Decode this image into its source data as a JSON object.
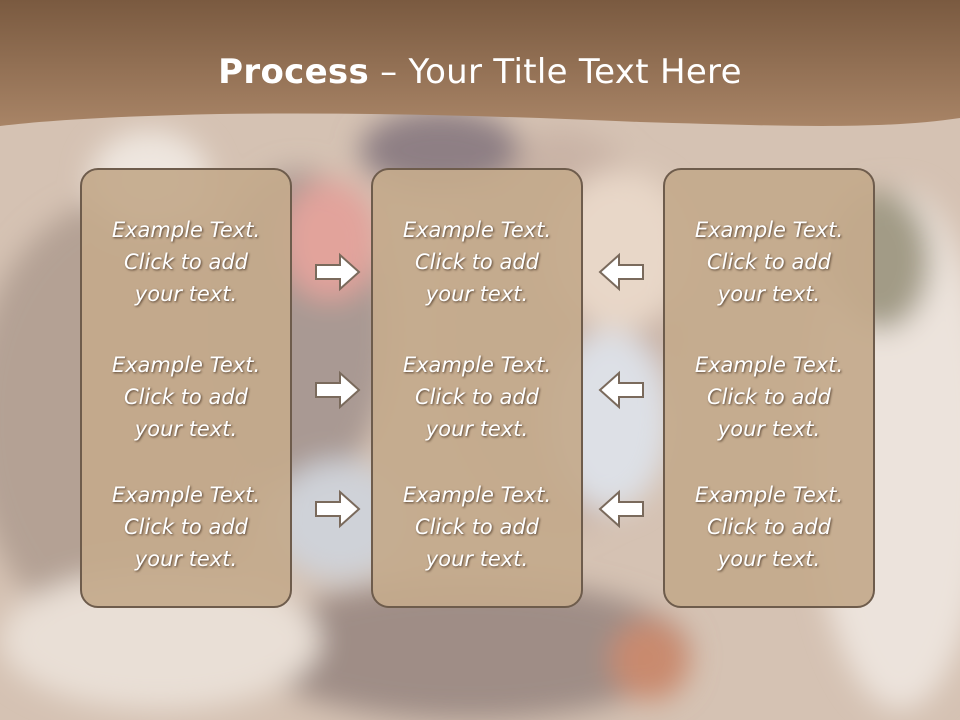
{
  "slide": {
    "title_bold": "Process",
    "title_rest": " – Your Title Text Here"
  },
  "panels": [
    {
      "items": [
        {
          "line1": "Example Text.",
          "line2": "Click  to add",
          "line3": "your text."
        },
        {
          "line1": "Example Text.",
          "line2": "Click  to add",
          "line3": "your text."
        },
        {
          "line1": "Example Text.",
          "line2": "Click  to add",
          "line3": "your text."
        }
      ]
    },
    {
      "items": [
        {
          "line1": "Example Text.",
          "line2": "Click  to add",
          "line3": "your text."
        },
        {
          "line1": "Example Text.",
          "line2": "Click  to add",
          "line3": "your text."
        },
        {
          "line1": "Example Text.",
          "line2": "Click  to add",
          "line3": "your text."
        }
      ]
    },
    {
      "items": [
        {
          "line1": "Example Text.",
          "line2": "Click  to add",
          "line3": "your text."
        },
        {
          "line1": "Example Text.",
          "line2": "Click  to add",
          "line3": "your text."
        },
        {
          "line1": "Example Text.",
          "line2": "Click  to add",
          "line3": "your text."
        }
      ]
    }
  ],
  "icons": {
    "left_arrows": "arrow-right-icon",
    "right_arrows": "arrow-left-icon"
  },
  "colors": {
    "header": "#8c6a4e",
    "panel_fill": "#c4aa8c",
    "panel_border": "#6e5c4c",
    "text": "#ffffff",
    "arrow_fill": "#ffffff",
    "arrow_stroke": "#7a6a5c"
  }
}
